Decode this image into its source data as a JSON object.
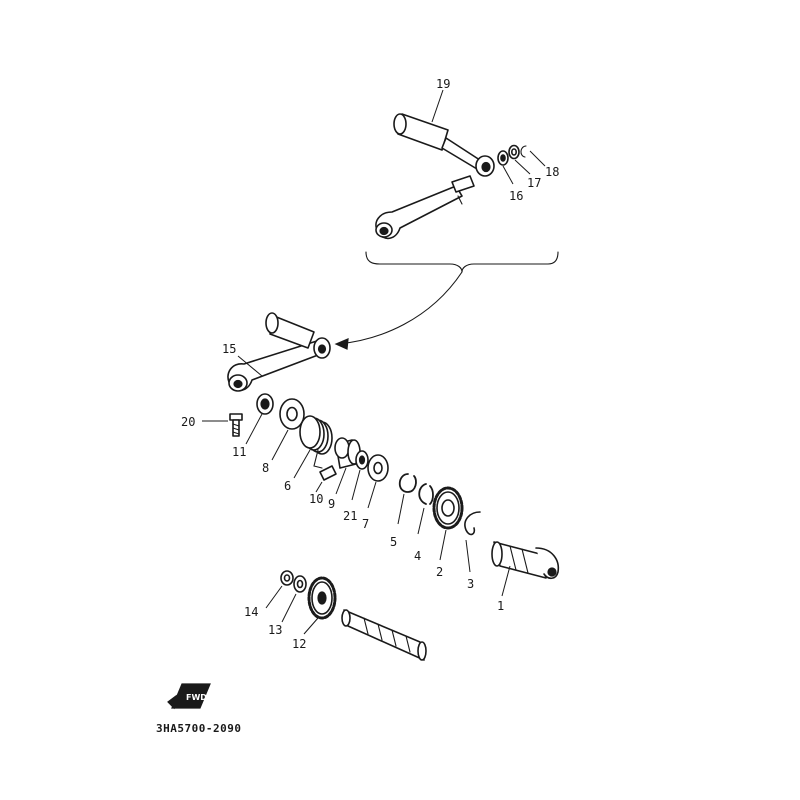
{
  "diagram": {
    "callouts": {
      "c1": "1",
      "c2": "2",
      "c3": "3",
      "c4": "4",
      "c5": "5",
      "c6": "6",
      "c7": "7",
      "c8": "8",
      "c9": "9",
      "c10": "10",
      "c11": "11",
      "c12": "12",
      "c13": "13",
      "c14": "14",
      "c15": "15",
      "c16": "16",
      "c17": "17",
      "c18": "18",
      "c19": "19",
      "c20": "20",
      "c21": "21"
    },
    "fwd_label": "FWD",
    "drawing_code": "3HA5700-2090"
  }
}
